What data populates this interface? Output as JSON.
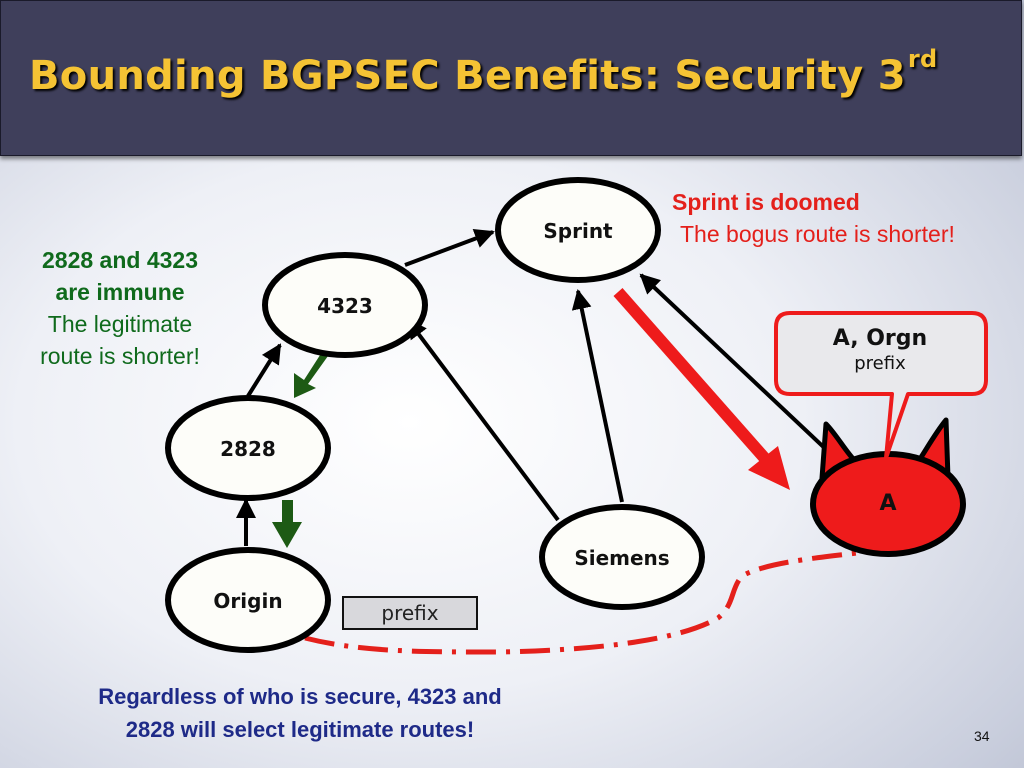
{
  "slide": {
    "title": "Bounding BGPSEC Benefits: Security 3",
    "title_superscript": "rd",
    "page_number": "34"
  },
  "nodes": {
    "sprint": "Sprint",
    "as4323": "4323",
    "as2828": "2828",
    "origin": "Origin",
    "siemens": "Siemens",
    "attacker": "A"
  },
  "callout": {
    "line1": "A, Orgn",
    "line2": "prefix"
  },
  "prefix_box": "prefix",
  "notes": {
    "immune_title_1": "2828 and 4323",
    "immune_title_2": "are immune",
    "immune_body_1": "The legitimate",
    "immune_body_2": "route is shorter!",
    "doomed_title": "Sprint is doomed",
    "doomed_body": "The bogus route is shorter!",
    "conclusion_1": "Regardless of who is secure, 4323 and",
    "conclusion_2": "2828 will select legitimate routes!"
  },
  "colors": {
    "title_text": "#f5c334",
    "title_bar": "#3f3f5b",
    "attacker_fill": "#ee1b1b",
    "legit_arrow": "#1d5a14",
    "bogus_arrow": "#ee1b1b",
    "immune_text": "#0f6a1c",
    "doomed_text": "#e4201b",
    "conclusion_text": "#1e2a88"
  }
}
